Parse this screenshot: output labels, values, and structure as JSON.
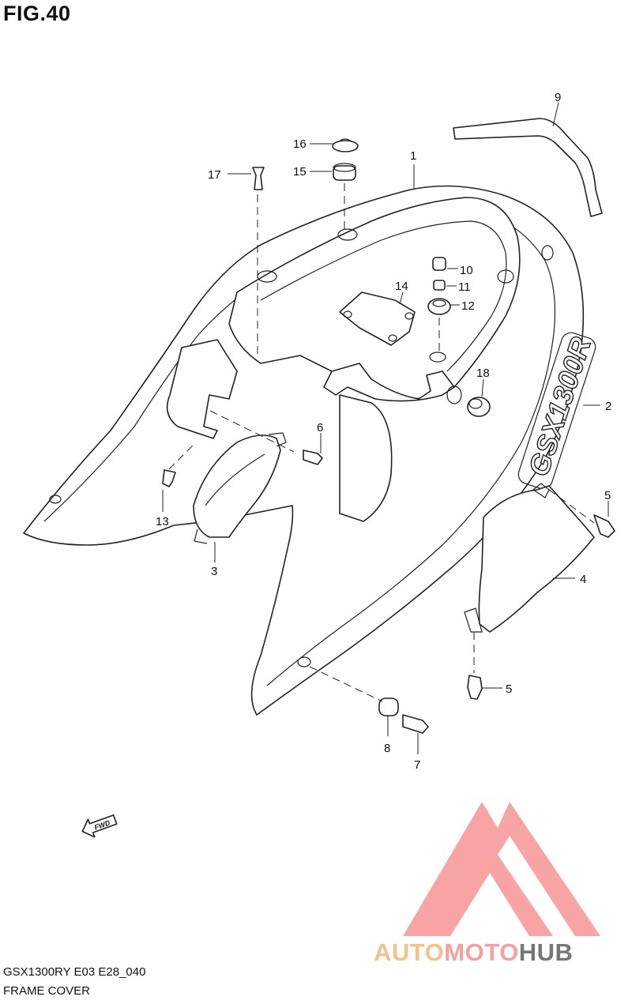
{
  "figure": {
    "title": "FIG.40"
  },
  "footer": {
    "model_code": "GSX1300RY E03 E28_040",
    "section_name": "FRAME COVER"
  },
  "decal_text": "GSX1300R",
  "fwd_label": "FWD",
  "brand": {
    "part1": "AUTO",
    "part2": "MOTO",
    "part3": "HUB",
    "colors": {
      "auto": "#f5c08a",
      "moto": "#f6a0a0",
      "hub": "#777777",
      "triangle": "#f79a9a"
    }
  },
  "callouts": {
    "c1": "1",
    "c2": "2",
    "c3": "3",
    "c4": "4",
    "c5a": "5",
    "c5b": "5",
    "c6": "6",
    "c7": "7",
    "c8": "8",
    "c9": "9",
    "c10": "10",
    "c11": "11",
    "c12": "12",
    "c13": "13",
    "c14": "14",
    "c15": "15",
    "c16": "16",
    "c17": "17",
    "c18": "18"
  }
}
